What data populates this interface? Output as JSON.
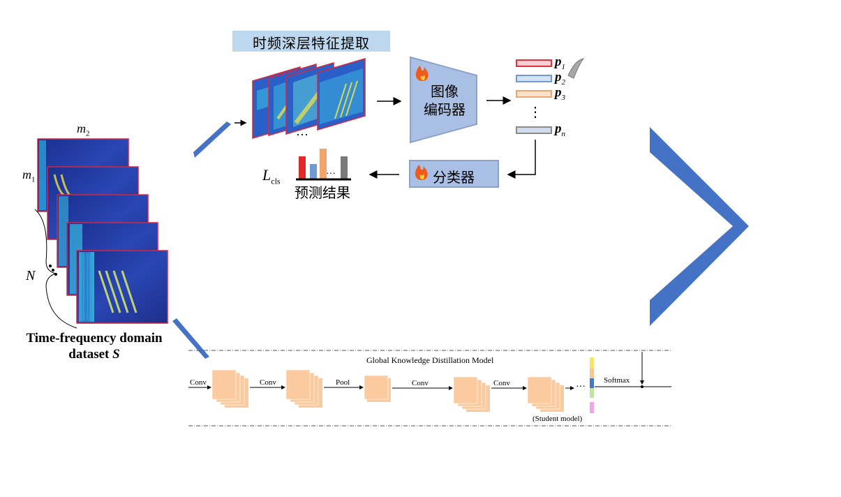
{
  "top_section": {
    "title": "时频深层特征提取",
    "encoder_label": "图像\n编码器",
    "classifier_label": "分类器",
    "prediction_label": "预测结果",
    "loss_symbol": "L",
    "loss_subscript": "cls",
    "spectrogram_ellipsis": "…",
    "bar_ellipsis": "…",
    "feature_ellipsis": "⋮",
    "features": [
      {
        "symbol": "p",
        "sub": "1",
        "color": "#e8303c"
      },
      {
        "symbol": "p",
        "sub": "2",
        "color": "#6f9ad6"
      },
      {
        "symbol": "p",
        "sub": "3",
        "color": "#f0a46e"
      },
      {
        "symbol": "p",
        "sub": "n",
        "color": "#8a8a8a"
      }
    ],
    "prediction_bar_colors": [
      "#e02a2a",
      "#6f9ad6",
      "#f0a46e",
      "#7a7a7a"
    ]
  },
  "dataset": {
    "dim_top_symbol": "m",
    "dim_top_sub": "2",
    "dim_side_symbol": "m",
    "dim_side_sub": "1",
    "count_symbol": "N",
    "caption_line1": "Time-frequency domain",
    "caption_line2_text": "dataset ",
    "caption_line2_symbol": "S"
  },
  "bottom_section": {
    "title": "Global Knowledge Distillation Model",
    "op_labels": [
      "Conv",
      "Conv",
      "Pool",
      "Conv",
      "Conv"
    ],
    "ellipsis": "…",
    "softmax_label": "Softmax",
    "student_label": "(Student model)",
    "feature_strip_colors": [
      "#f6e56a",
      "#f6c78e",
      "#4a78c8",
      "#bfe5a0",
      "#f2a6e6"
    ]
  },
  "colors": {
    "accent_blue": "#4472c4",
    "title_bg": "#bcd7ee",
    "encoder_fill": "#a9bfe4",
    "encoder_stroke": "#8da2c9",
    "cube_fill": "#fbcb9f",
    "frame_red": "#d7263d"
  }
}
